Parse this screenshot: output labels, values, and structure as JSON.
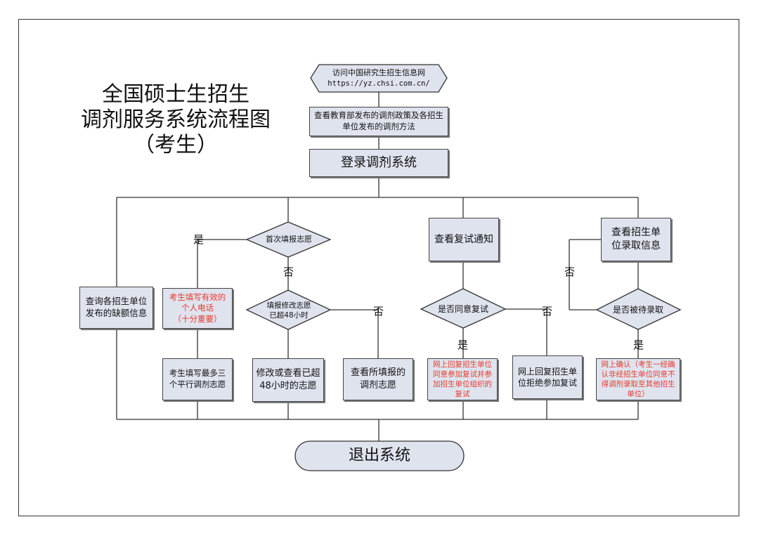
{
  "title": {
    "line1": "全国硕士生招生",
    "line2": "调剂服务系统流程图",
    "line3": "（考生）"
  },
  "nodes": {
    "visit_line1": "访问中国研究生招生信息网",
    "visit_line2": "https://yz.chsi.com.cn/",
    "policy": "查看教育部发布的调剂政策及各招生单位发布的调剂方法",
    "login": "登录调剂系统",
    "query_vacancy": "查询各招生单位发布的缺额信息",
    "first_fill": "首次填报志愿",
    "fill_phone_line1": "考生填写有效的",
    "fill_phone_line2": "个人电话",
    "fill_phone_line3": "（十分重要）",
    "fill_three": "考生填写最多三个平行调剂志愿",
    "modified_48_line1": "填报修改志愿",
    "modified_48_line2": "已超48小时",
    "modify_view": "修改或查看已超48小时的志愿",
    "view_filled": "查看所填报的调剂志愿",
    "view_retest": "查看复试通知",
    "agree_retest": "是否同意复试",
    "reply_agree": "网上回复招生单位同意参加复试并参加招生单位组织的复试",
    "reply_refuse": "网上回复招生单位拒绝参加复试",
    "view_admission": "查看招生单位录取信息",
    "waiting_admission": "是否被待录取",
    "confirm_online": "网上确认（考生一经确认非经招生单位同意不得调剂录取至其他招生单位）",
    "exit": "退出系统"
  },
  "labels": {
    "yes": "是",
    "no": "否"
  },
  "colors": {
    "box_fill": "#dfe3ee",
    "highlight_text": "#e53b2c",
    "line": "#333333"
  }
}
